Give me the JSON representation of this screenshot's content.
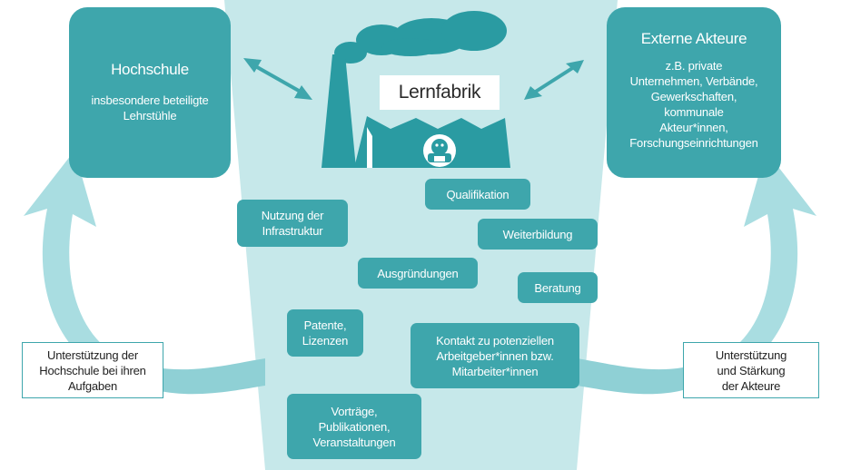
{
  "hochschule": {
    "title": "Hochschule",
    "subtitle_lines": [
      "insbesondere beteiligte",
      "Lehrstühle"
    ]
  },
  "externe": {
    "title": "Externe Akteure",
    "subtitle_lines": [
      "z.B. private",
      "Unternehmen, Verbände,",
      "Gewerkschaften,",
      "kommunale",
      "Akteur*innen,",
      "Forschungseinrichtungen"
    ]
  },
  "center": {
    "label": "Lernfabrik"
  },
  "items": {
    "nutzung": [
      "Nutzung der",
      "Infrastruktur"
    ],
    "qualifikation": [
      "Qualifikation"
    ],
    "weiterbildung": [
      "Weiterbildung"
    ],
    "ausgruendungen": [
      "Ausgründungen"
    ],
    "beratung": [
      "Beratung"
    ],
    "patente": [
      "Patente,",
      "Lizenzen"
    ],
    "kontakt": [
      "Kontakt zu potenziellen",
      "Arbeitgeber*innen bzw.",
      "Mitarbeiter*innen"
    ],
    "vortraege": [
      "Vorträge,",
      "Publikationen,",
      "Veranstaltungen"
    ]
  },
  "left_note": [
    "Unterstützung der",
    "Hochschule bei ihren",
    "Aufgaben"
  ],
  "right_note": [
    "Unterstützung",
    "und Stärkung",
    "der Akteure"
  ],
  "colors": {
    "teal": "#3ea6ac",
    "dark_teal": "#2a9ba2",
    "funnel": "#c6e8ea",
    "light_arrow": "#a9dde1"
  }
}
